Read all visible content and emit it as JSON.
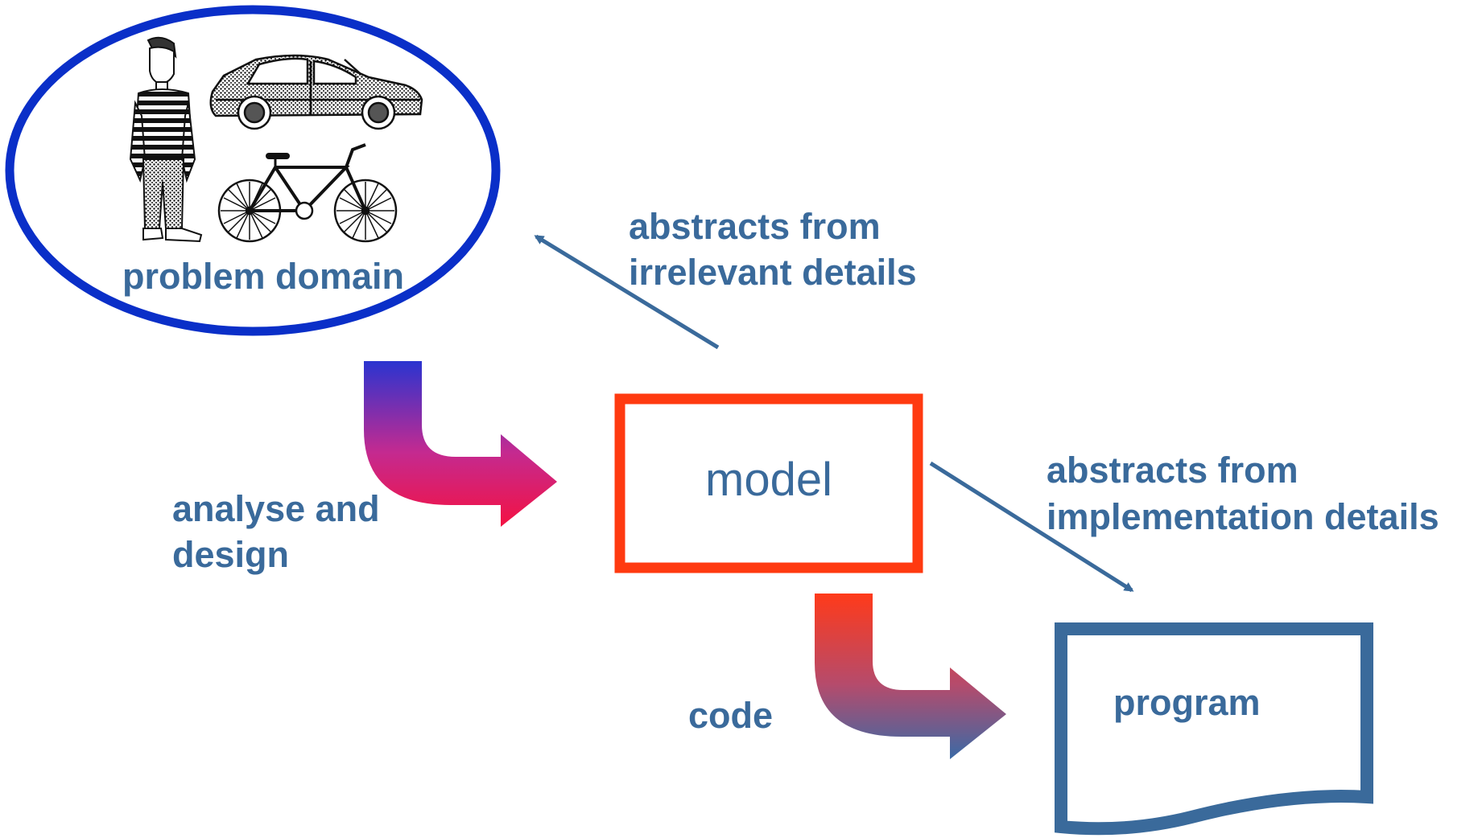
{
  "colors": {
    "label_text": "#3a6a9b",
    "ellipse_stroke": "#0a2fc8",
    "model_box_stroke": "#ff3a10",
    "program_box_stroke": "#3a6a9b",
    "connector_arrow": "#3a6a9b",
    "analyse_arrow_gradient": [
      "#2a34d0",
      "#c42a90",
      "#f41242"
    ],
    "code_arrow_gradient": [
      "#ff3a1a",
      "#b54b6c",
      "#3a6aa6"
    ]
  },
  "problem_domain": {
    "label": "problem domain",
    "icons": [
      "person-icon",
      "car-icon",
      "bicycle-icon"
    ]
  },
  "model": {
    "label": "model"
  },
  "program": {
    "label": "program"
  },
  "flows": {
    "analyse_label_line1": "analyse and",
    "analyse_label_line2": "design",
    "code_label": "code"
  },
  "annotations": {
    "abstracts_irrelevant_line1": "abstracts from",
    "abstracts_irrelevant_line2": "irrelevant details",
    "abstracts_implementation_line1": "abstracts from",
    "abstracts_implementation_line2": "implementation details"
  }
}
